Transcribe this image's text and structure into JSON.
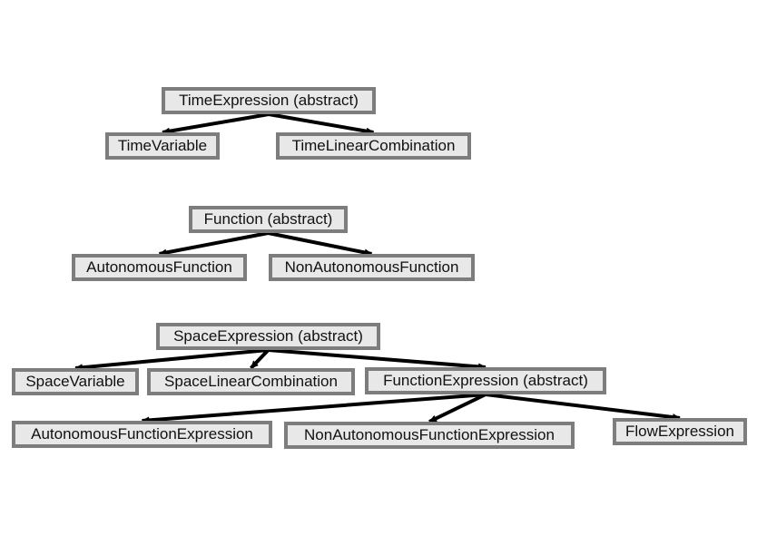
{
  "diagram": {
    "nodes": [
      {
        "id": "time_expression",
        "label": "TimeExpression (abstract)"
      },
      {
        "id": "time_variable",
        "label": "TimeVariable"
      },
      {
        "id": "time_linear_combination",
        "label": "TimeLinearCombination"
      },
      {
        "id": "function",
        "label": "Function (abstract)"
      },
      {
        "id": "autonomous_function",
        "label": "AutonomousFunction"
      },
      {
        "id": "non_autonomous_function",
        "label": "NonAutonomousFunction"
      },
      {
        "id": "space_expression",
        "label": "SpaceExpression (abstract)"
      },
      {
        "id": "space_variable",
        "label": "SpaceVariable"
      },
      {
        "id": "space_linear_combination",
        "label": "SpaceLinearCombination"
      },
      {
        "id": "function_expression",
        "label": "FunctionExpression (abstract)"
      },
      {
        "id": "autonomous_function_expression",
        "label": "AutonomousFunctionExpression"
      },
      {
        "id": "non_autonomous_function_expression",
        "label": "NonAutonomousFunctionExpression"
      },
      {
        "id": "flow_expression",
        "label": "FlowExpression"
      }
    ],
    "edges": [
      {
        "from": "time_expression",
        "to": "time_variable"
      },
      {
        "from": "time_expression",
        "to": "time_linear_combination"
      },
      {
        "from": "function",
        "to": "autonomous_function"
      },
      {
        "from": "function",
        "to": "non_autonomous_function"
      },
      {
        "from": "space_expression",
        "to": "space_variable"
      },
      {
        "from": "space_expression",
        "to": "space_linear_combination"
      },
      {
        "from": "space_expression",
        "to": "function_expression"
      },
      {
        "from": "function_expression",
        "to": "autonomous_function_expression"
      },
      {
        "from": "function_expression",
        "to": "non_autonomous_function_expression"
      },
      {
        "from": "function_expression",
        "to": "flow_expression"
      }
    ],
    "colors": {
      "node_fill": "#e8e8e8",
      "node_border": "#7d7d7d",
      "edge": "#000000",
      "text": "#111111"
    }
  }
}
